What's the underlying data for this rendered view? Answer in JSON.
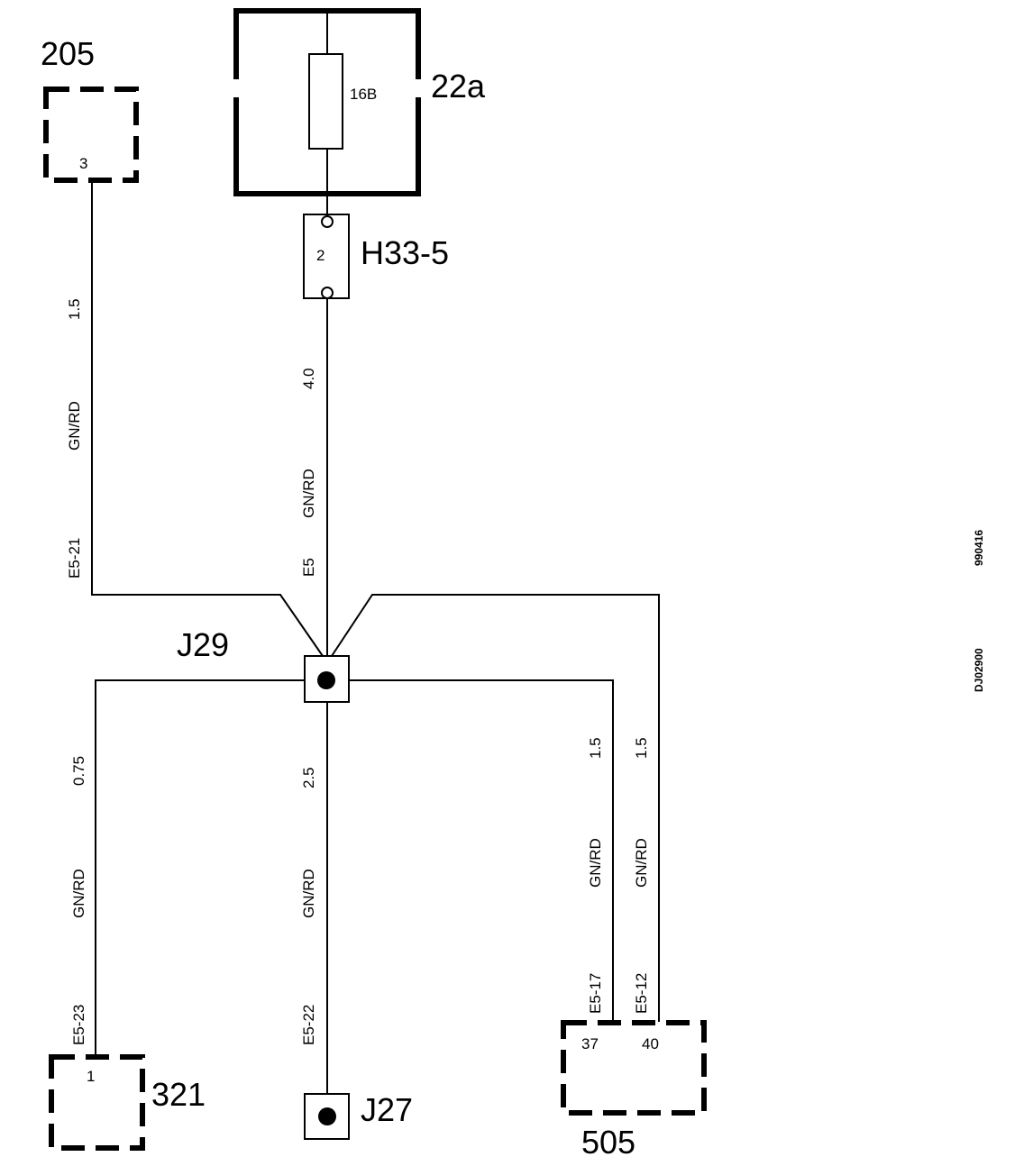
{
  "components": {
    "c205": {
      "id": "205",
      "pin": "3"
    },
    "fusebox": {
      "id": "22a",
      "fuse": "16B"
    },
    "connector": {
      "id": "H33-5",
      "pin": "2"
    },
    "splice_j29": {
      "id": "J29"
    },
    "ground_j27": {
      "id": "J27"
    },
    "c321": {
      "id": "321",
      "pin": "1"
    },
    "c505": {
      "id": "505",
      "pin_a": "37",
      "pin_b": "40"
    }
  },
  "wires": {
    "w205": {
      "size": "1.5",
      "color": "GN/RD",
      "code": "E5-21"
    },
    "wmain": {
      "size": "4.0",
      "color": "GN/RD",
      "code": "E5"
    },
    "w321": {
      "size": "0.75",
      "color": "GN/RD",
      "code": "E5-23"
    },
    "wj27": {
      "size": "2.5",
      "color": "GN/RD",
      "code": "E5-22"
    },
    "w505a": {
      "size": "1.5",
      "color": "GN/RD",
      "code": "E5-17"
    },
    "w505b": {
      "size": "1.5",
      "color": "GN/RD",
      "code": "E5-12"
    }
  },
  "side_codes": {
    "ref1": "990416",
    "ref2": "DJ02900"
  }
}
